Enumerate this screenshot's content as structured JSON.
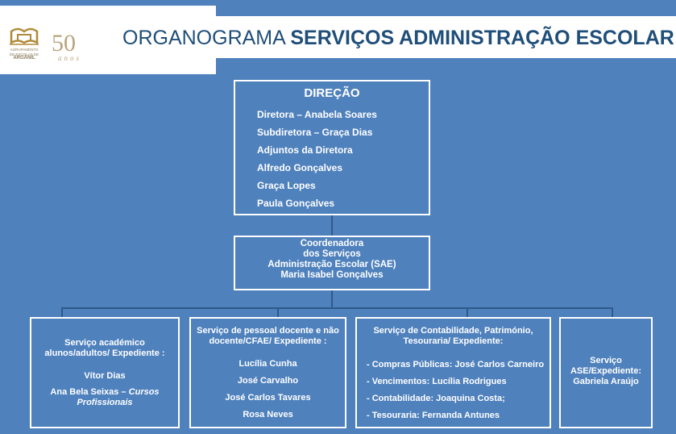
{
  "header": {
    "title_light": "ORGANOGRAMA",
    "title_bold": "SERVIÇOS ADMINISTRAÇÃO ESCOLAR",
    "logo_school": {
      "line1": "AGRUPAMENTO",
      "line2": "DE ESCOLAS DE",
      "line3": "ARGANIL"
    },
    "logo_anniversary": {
      "number": "50",
      "word": "anos"
    }
  },
  "direcao": {
    "title": "DIREÇÃO",
    "lines": [
      "Diretora – Anabela Soares",
      "Subdiretora – Graça Dias",
      "Adjuntos da Diretora",
      "Alfredo Gonçalves",
      "Graça Lopes",
      "Paula Gonçalves"
    ]
  },
  "coordenadora": {
    "lines": [
      "Coordenadora",
      "dos Serviços",
      "Administração Escolar (SAE)",
      "Maria  Isabel Gonçalves"
    ]
  },
  "services": {
    "academico": {
      "head1": "Serviço académico",
      "head2": "alunos/adultos/ Expediente :",
      "person1": "Vítor Dias",
      "person2_name": "Ana Bela Seixas – ",
      "person2_role": "Cursos",
      "person2_role2": "Profissionais"
    },
    "pessoal": {
      "head1": "Serviço de pessoal docente e não",
      "head2": "docente/CFAE/ Expediente :",
      "people": [
        "Lucília Cunha",
        "José Carvalho",
        "José Carlos Tavares",
        "Rosa Neves"
      ]
    },
    "contabilidade": {
      "head1": "Serviço de Contabilidade, Património,",
      "head2": "Tesouraria/ Expediente:",
      "items": [
        {
          "label": "- Compras Públicas:",
          "person": "José Carlos Carneiro"
        },
        {
          "label": "- Vencimentos:",
          "person": "Lucília Rodrigues"
        },
        {
          "label": "- Contabilidade:",
          "person": "Joaquina Costa;"
        },
        {
          "label": "- Tesouraria:",
          "person": "Fernanda Antunes"
        }
      ]
    },
    "ase": {
      "head1": "Serviço",
      "head2": "ASE/Expediente:",
      "person": "Gabriela Araújo"
    }
  },
  "colors": {
    "background": "#4f81bd",
    "title_text": "#1f4e79",
    "box_border": "#ffffff",
    "connector": "#2f5a8a",
    "logo_gold": "#b8a47a"
  }
}
